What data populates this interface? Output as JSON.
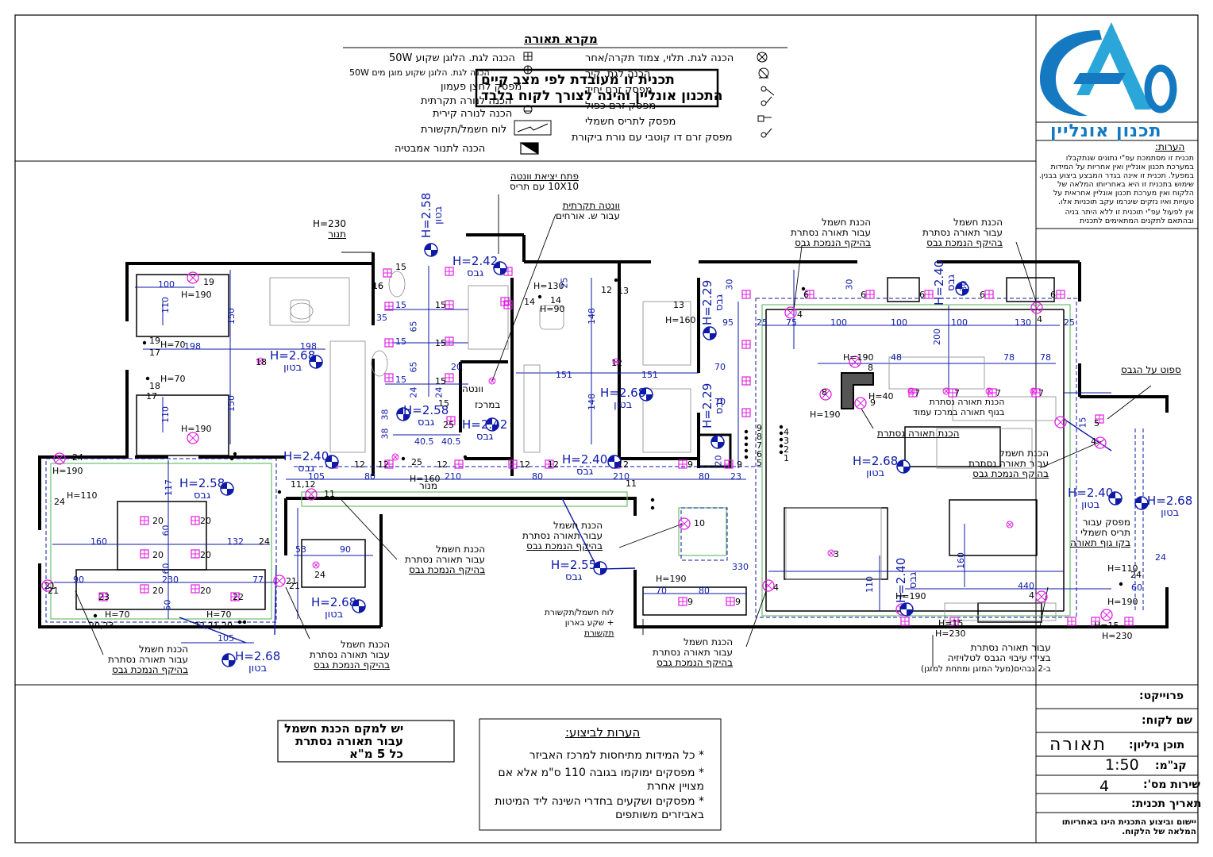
{
  "legend": {
    "title": "מקרא תאורה",
    "items_right": [
      "הכנה לגת. תלוי, צמוד תקרה/אחר",
      "הכנה לגת. קיר",
      "מפסק זרם יחיד",
      "מפסק זרם כפול",
      "מפסק לתריס חשמלי",
      "מפסק זרם דו קוטבי עם נורת ביקורת"
    ],
    "items_left": [
      "הכנה לגת. הלוגן שקוע 50W",
      "הכנה לגת. הלוגן שקוע מוגן מים 50W",
      "מפסק לחצן פעמון",
      "הכנה לנורה תקרתית",
      "הכנה לנורה קירית",
      "לוח חשמל/תקשורת",
      "הכנה לתנור אמבטיה"
    ],
    "watermark": [
      "תכנית זו מעובדת לפי מצב קיים",
      "התכנון אונליין והינה לצורך לקוח בלבד"
    ]
  },
  "logo": {
    "company": "תכנון אונליין"
  },
  "notes": {
    "heading": "הערות:",
    "body": "תכנית זו מסתמכת עפ\"י נתונים שנתקבלו במערכת תכנון אונליין ואין אחריות על המידות במפעל. תכנית זו אינה בגדר המבצע ביצוע בבנין. שימוש בתכנית זו היא באחריותו המלאה של הלקוח ואין מערכת תכנון אונליין אחראית על טעויות ואיו נזקים שיגרמו עקב תוכניות אלו.",
    "footer": "אין לפעול עפ\"י תוכנית זו ללא היתר בניה ובהתאם לתקנים המתאימים לתכנית"
  },
  "title_block": {
    "project_label": "פרוייקט:",
    "client_label": "שם לקוח:",
    "sheet_content_label": "תוכן גיליון:",
    "sheet_content_value": "תאורה",
    "scale_label": "קנ\"מ:",
    "scale_value": "1:50",
    "sheet_num_label": "שירות מס':",
    "sheet_num_value": "4",
    "date_label": "תאריך תכנית:",
    "footer": "יישום וביצוע התכנית הינו באחריותו המלאה של הלקוח."
  },
  "execution_notes": {
    "title": "הערות לביצוע:",
    "items": [
      "כל המידות מתיחסות למרכז האביזר",
      "מפסקים ימוקמו בגובה 110 ס\"מ אלא אם מצויין אחרת",
      "מפסקים ושקעים בחדרי השינה ליד המיטות באביזרים משותפים"
    ]
  },
  "box_note": [
    "יש למקם הכנת חשמל",
    "עבור תאורה נסתרת",
    "כל 5 מ\"א"
  ],
  "plan_labels": {
    "vent_opening": [
      "פתח יציאת וונטה",
      "10X10 עם תריס"
    ],
    "ceiling_vent": [
      "וונטה תקרתית",
      "עבור ש. אורחים"
    ],
    "oven": [
      "H=230",
      "תנור"
    ],
    "hidden_light_1": [
      "הכנת חשמל",
      "עבור תאורה נסתרת",
      "בהיקף הנמכת גבס"
    ],
    "hidden_light_2": [
      "הכנת חשמל",
      "עבור תאורה נסתרת",
      "בהיקף הנמכת גבס"
    ],
    "sofit": "ספוט על הגבס",
    "hidden_light_3": [
      "הכנת חשמל",
      "עבור תאורה נסתרת",
      "בהיקף הנמכת גבס"
    ],
    "island_hidden": [
      "הכנת תאורה נסתרת",
      "בגוף תאורה במרכז עמוד"
    ],
    "hidden_light_kitchen": [
      "הכנת תאורה נסתרת"
    ],
    "switch_note": [
      "מפסק עבור",
      "תריס חשמלי",
      "בקו גוף תאורה"
    ],
    "hidden_light_4": [
      "הכנת חשמל",
      "עבור תאורה נסתרת",
      "בהיקף הנמכת גבס"
    ],
    "hidden_light_5": [
      "הכנת חשמל",
      "עבור תאורה נסתרת",
      "בהיקף הנמכת גבס"
    ],
    "hidden_light_6": [
      "הכנת חשמל",
      "עבור תאורה נסתרת",
      "בהיקף הנמכת גבס"
    ],
    "hidden_light_7": [
      "הכנת חשמל",
      "עבור תאורה נסתרת",
      "בהיקף הנמכת גבס"
    ],
    "hidden_light_8": [
      "הכנת חשמל",
      "עבור תאורה נסתרת",
      "בהיקף הנמכת גבס"
    ],
    "panel": [
      "לוח חשמל/תקשורת",
      "+ שקע בארון",
      "תקשורת"
    ],
    "tv_light": [
      "עבור תאורה נסתרת",
      "בצידי עיבוי הגבס לטלויזיה",
      "ב-2 גבהים(מעל המזגן ומתחת למזגן)"
    ],
    "vent_small": "וונטה",
    "center": "במרכז",
    "cornice": "מנור"
  },
  "ceilings": [
    {
      "h": "H=2.68",
      "t": "בטון"
    },
    {
      "h": "H=2.42",
      "t": "גבס"
    },
    {
      "h": "H=2.58",
      "t": "גבס"
    },
    {
      "h": "H=2.42",
      "t": "גבס"
    },
    {
      "h": "H=2.68",
      "t": "בטון"
    },
    {
      "h": "H=2.40",
      "t": "גבס"
    },
    {
      "h": "H=2.58",
      "t": "גבס"
    },
    {
      "h": "H=2.68",
      "t": "בטון"
    },
    {
      "h": "H=2.40",
      "t": "גבס"
    },
    {
      "h": "H=2.55",
      "t": "גבס"
    },
    {
      "h": "H=2.68",
      "t": "בטון"
    },
    {
      "h": "H=2.68",
      "t": "בטון"
    },
    {
      "h": "H=2.40",
      "t": "בטון"
    },
    {
      "h": "H=2.68",
      "t": "בטון"
    },
    {
      "h": "H=2.40",
      "t": "גבס"
    },
    {
      "h": "H=2.58",
      "t": "בטון"
    },
    {
      "h": "H=2.29",
      "t": "גבס"
    },
    {
      "h": "H=2.29",
      "t": "גבס"
    },
    {
      "h": "H=2.40",
      "t": "גבס"
    }
  ],
  "heights": [
    "H=190",
    "H=70",
    "H=70",
    "H=190",
    "H=190",
    "H=110",
    "H=70",
    "H=70",
    "H=130",
    "H=90",
    "H=160",
    "H=190",
    "H=190",
    "H=160",
    "H=190",
    "H=110",
    "H=190",
    "H=190",
    "H=15",
    "H=230",
    "H=15",
    "H=230",
    "H=40"
  ],
  "dimensions": [
    "100",
    "110",
    "198",
    "198",
    "150",
    "150",
    "110",
    "117",
    "60",
    "60",
    "160",
    "132",
    "230",
    "90",
    "77",
    "105",
    "80",
    "210",
    "80",
    "210",
    "80",
    "23",
    "53",
    "90",
    "105",
    "70",
    "80",
    "330",
    "30",
    "75",
    "95",
    "100",
    "100",
    "100",
    "130",
    "25",
    "25",
    "48",
    "78",
    "78",
    "151",
    "151",
    "148",
    "148",
    "70",
    "70",
    "20",
    "38",
    "38",
    "40.5",
    "40.5",
    "15",
    "15",
    "15",
    "65",
    "65",
    "24",
    "24",
    "35",
    "20",
    "25",
    "50",
    "15",
    "160",
    "110",
    "440",
    "60",
    "24",
    "200",
    "30",
    "30"
  ],
  "fixture_numbers": [
    "19",
    "17",
    "18",
    "17",
    "18",
    "19",
    "24",
    "24",
    "21",
    "20",
    "20",
    "20",
    "20",
    "20",
    "20",
    "23",
    "22",
    "21",
    "22,21,20",
    "20,23",
    "15",
    "15",
    "15",
    "15",
    "15",
    "16",
    "14",
    "14",
    "13",
    "12",
    "12",
    "12",
    "12",
    "12",
    "12",
    "12",
    "9",
    "9",
    "10",
    "11",
    "11",
    "12",
    "11,12",
    "4",
    "4",
    "4",
    "4",
    "4",
    "6",
    "6",
    "6",
    "6",
    "6",
    "8",
    "8",
    "9",
    "7",
    "7",
    "7",
    "7",
    "5",
    "3",
    "1",
    "2",
    "3",
    "4",
    "5",
    "6",
    "7",
    "8",
    "9",
    "25",
    "24",
    "21",
    "21",
    "24",
    "24",
    "9",
    "9",
    "13",
    "16",
    "25"
  ],
  "colors": {
    "wall": "#000000",
    "dimension": "#0d1aa8",
    "fixture": "#e020e0",
    "ceiling_text": "#0d1aa8",
    "logo_blue": "#1479c1",
    "logo_light": "#2ba6d8",
    "hidden_strip": "#6fbf6f"
  }
}
